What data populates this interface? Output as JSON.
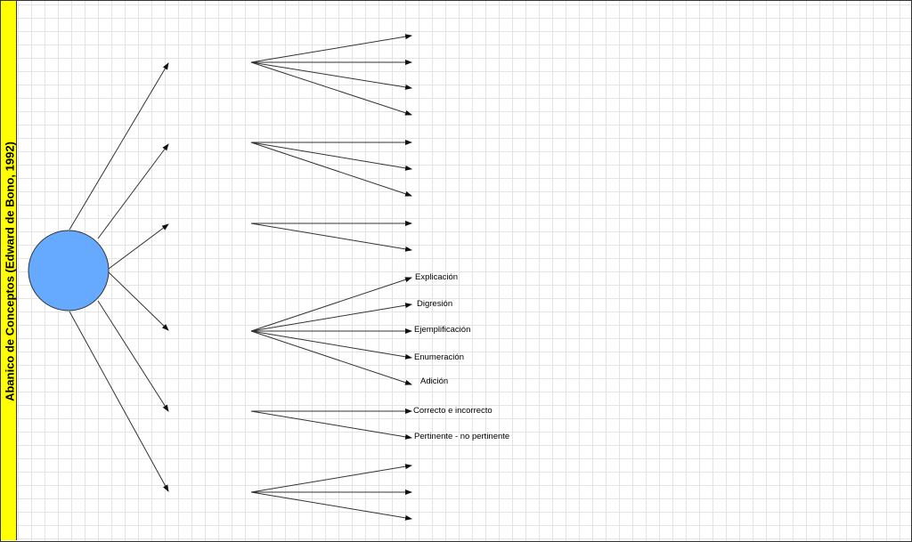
{
  "diagram": {
    "title": "Abanico de Conceptos (Edward de Bono, 1992)",
    "colors": {
      "band": "#ffff00",
      "circle_fill": "#66aaff",
      "line": "#333333"
    },
    "labels": {
      "explicacion": "Explicación",
      "digresion": "Digresión",
      "ejemplificacion": "Ejemplificación",
      "enumeracion": "Enumeración",
      "adicion": "Adición",
      "correcto": "Correcto e incorrecto",
      "pertinente": "Pertinente - no pertinente"
    }
  }
}
